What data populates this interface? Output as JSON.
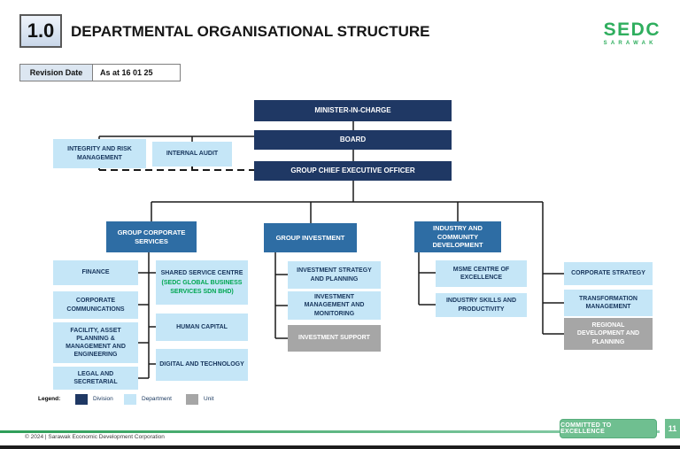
{
  "header": {
    "section_number": "1.0",
    "title": "DEPARTMENTAL ORGANISATIONAL STRUCTURE",
    "logo": {
      "name": "SEDC",
      "subname": "SARAWAK"
    }
  },
  "revision": {
    "label": "Revision Date",
    "value": "As at 16 01 25"
  },
  "org": {
    "minister": "MINISTER-IN-CHARGE",
    "board": "BOARD",
    "gceo": "GROUP CHIEF EXECUTIVE OFFICER",
    "integrity": "INTEGRITY AND RISK MANAGEMENT",
    "internal_audit": "INTERNAL AUDIT",
    "gcs": "GROUP CORPORATE SERVICES",
    "gi": "GROUP INVESTMENT",
    "icd": "INDUSTRY AND COMMUNITY DEVELOPMENT",
    "finance": "FINANCE",
    "corp_comms": "CORPORATE COMMUNICATIONS",
    "facility": "FACILITY, ASSET PLANNING & MANAGEMENT AND ENGINEERING",
    "legal": "LEGAL AND SECRETARIAL",
    "ssc_title": "SHARED SERVICE CENTRE",
    "ssc_subtitle": "(SEDC GLOBAL BUSINESS SERVICES SDN BHD)",
    "human_capital": "HUMAN CAPITAL",
    "digital": "DIGITAL AND TECHNOLOGY",
    "inv_strategy": "INVESTMENT STRATEGY AND PLANNING",
    "inv_mgmt": "INVESTMENT MANAGEMENT AND MONITORING",
    "inv_support": "INVESTMENT SUPPORT",
    "msme": "MSME CENTRE OF EXCELLENCE",
    "industry_skills": "INDUSTRY SKILLS AND PRODUCTIVITY",
    "corp_strategy": "CORPORATE STRATEGY",
    "transformation": "TRANSFORMATION MANAGEMENT",
    "regional": "REGIONAL DEVELOPMENT AND PLANNING"
  },
  "legend": {
    "label": "Legend:",
    "items": [
      {
        "label": "Division",
        "color": "#1f3864"
      },
      {
        "label": "Department",
        "color": "#c5e6f7"
      },
      {
        "label": "Unit",
        "color": "#a6a6a6"
      }
    ]
  },
  "footer": {
    "copyright": "© 2024 | Sarawak Economic Development Corporation",
    "badge": "COMMITTED TO EXCELLENCE",
    "page": "11"
  },
  "colors": {
    "division_navy": "#1f3864",
    "division_steel": "#2e6da4",
    "department_blue": "#c5e6f7",
    "unit_gray": "#a6a6a6",
    "green_text": "#00a651",
    "brand_green": "#2fae5e",
    "footer_green": "#6fbf90"
  }
}
